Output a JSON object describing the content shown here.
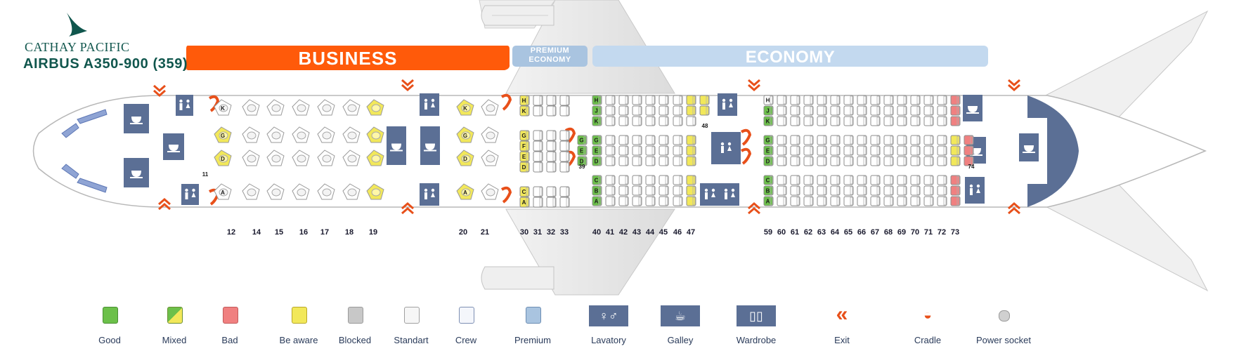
{
  "airline": {
    "name": "CATHAY PACIFIC",
    "logo": "cathay-pacific-brushwing-logo"
  },
  "aircraft": {
    "name": "AIRBUS A350-900 (359)"
  },
  "cabins": {
    "business": "BUSINESS",
    "premium_economy_line1": "PREMIUM",
    "premium_economy_line2": "ECONOMY",
    "economy": "ECONOMY"
  },
  "row_numbers": {
    "business": [
      "12",
      "14",
      "15",
      "16",
      "17",
      "18",
      "19",
      "20",
      "21"
    ],
    "premium": [
      "30",
      "31",
      "32",
      "33"
    ],
    "economy_front": [
      "40",
      "41",
      "42",
      "43",
      "44",
      "45",
      "46",
      "47"
    ],
    "economy_rear": [
      "59",
      "60",
      "61",
      "62",
      "63",
      "64",
      "65",
      "66",
      "67",
      "68",
      "69",
      "70",
      "71",
      "72",
      "73"
    ]
  },
  "seat_callouts": {
    "row11": "11",
    "row39": "39",
    "row48": "48",
    "row74": "74"
  },
  "seat_letters": {
    "business": [
      "K",
      "G",
      "D",
      "A"
    ],
    "premium_left": [
      "H",
      "K"
    ],
    "premium_mid": [
      "D",
      "E",
      "F",
      "G"
    ],
    "premium_right": [
      "A",
      "C"
    ],
    "eco_front_left": [
      "H",
      "J",
      "K"
    ],
    "eco_front_mid": [
      "D",
      "E",
      "G"
    ],
    "eco_front_right": [
      "A",
      "B",
      "C"
    ],
    "eco_rear_left": [
      "H",
      "J",
      "K"
    ],
    "eco_rear_mid": [
      "D",
      "E",
      "G"
    ],
    "eco_rear_right": [
      "A",
      "B",
      "C"
    ]
  },
  "legend": [
    {
      "label": "Good",
      "icon": "good-seat-icon"
    },
    {
      "label": "Mixed",
      "icon": "mixed-seat-icon"
    },
    {
      "label": "Bad",
      "icon": "bad-seat-icon"
    },
    {
      "label": "Be aware",
      "icon": "be-aware-seat-icon"
    },
    {
      "label": "Blocked",
      "icon": "blocked-seat-icon"
    },
    {
      "label": "Standart",
      "icon": "standard-seat-icon"
    },
    {
      "label": "Crew",
      "icon": "crew-seat-icon"
    },
    {
      "label": "Premium",
      "icon": "premium-seat-icon"
    },
    {
      "label": "Lavatory",
      "icon": "lavatory-icon"
    },
    {
      "label": "Galley",
      "icon": "galley-icon"
    },
    {
      "label": "Wardrobe",
      "icon": "wardrobe-icon"
    },
    {
      "label": "Exit",
      "icon": "exit-icon"
    },
    {
      "label": "Cradle",
      "icon": "cradle-icon"
    },
    {
      "label": "Power socket",
      "icon": "power-socket-icon"
    }
  ],
  "colors": {
    "business_banner": "#ff5a0a",
    "premium_banner": "#a9c4e0",
    "economy_banner": "#c3d9ef",
    "good": "#6cc04a",
    "bad": "#f08080",
    "be_aware": "#f2e85a",
    "facility": "#5b6f95",
    "exit": "#e8501a",
    "brand": "#10564d"
  }
}
